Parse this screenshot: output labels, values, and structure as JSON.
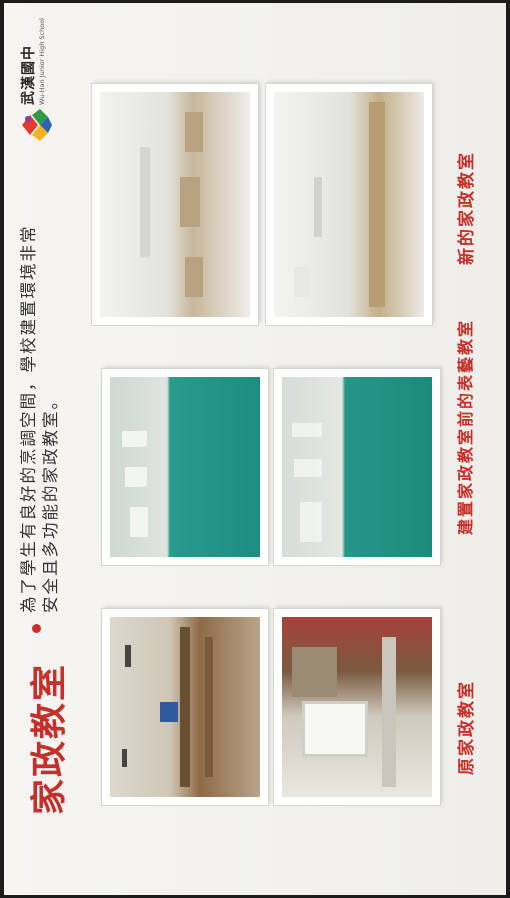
{
  "slide": {
    "title": "家政教室",
    "description_lines": [
      "為了學生有良好的烹調空間，學校建置環境非常",
      "安全且多功能的家政教室。"
    ]
  },
  "logo": {
    "name_cn": "武漢國中",
    "name_en": "Wu-Han Junior High School"
  },
  "photos": [
    {
      "caption": "原家政教室"
    },
    {
      "caption": "建置家政教室前的表藝教室"
    },
    {
      "caption": "新的家政教室"
    }
  ],
  "colors": {
    "accent": "#c7302a",
    "floor_teal": "#1e8d7f"
  }
}
